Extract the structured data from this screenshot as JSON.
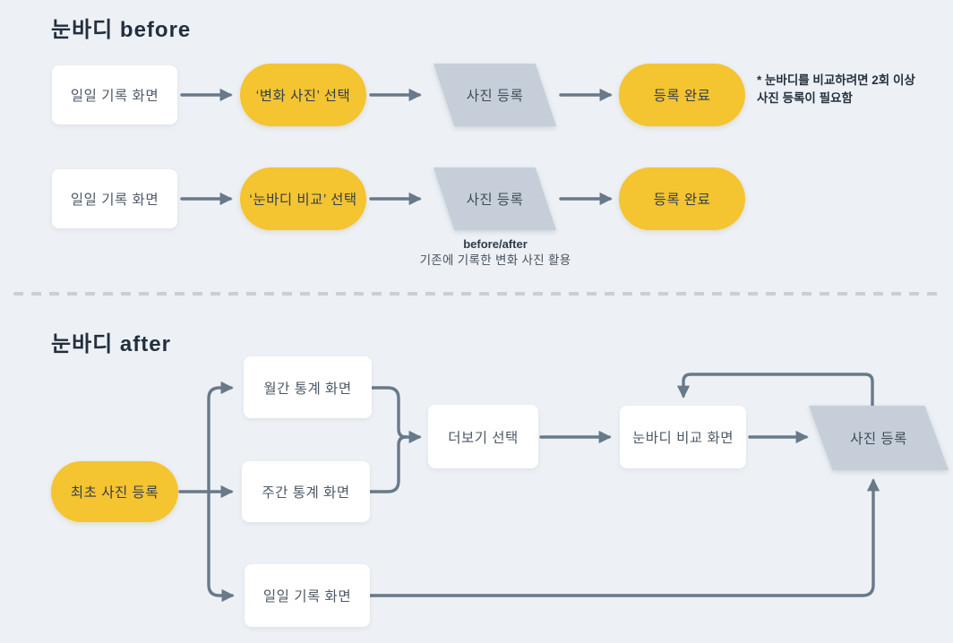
{
  "diagram": {
    "section_before": {
      "title": "눈바디 before",
      "rows": [
        {
          "screen": "일일 기록 화면",
          "action": "‘변화 사진’ 선택",
          "io": "사진 등록",
          "result": "등록 완료"
        },
        {
          "screen": "일일 기록 화면",
          "action": "‘눈바디 비교’ 선택",
          "io": "사진 등록",
          "result": "등록 완료"
        }
      ],
      "note_line1": "* 눈바디를 비교하려면 2회 이상",
      "note_line2": "사진 등록이 필요함",
      "caption_line1": "before/after",
      "caption_line2": "기존에 기록한 변화 사진 활용"
    },
    "section_after": {
      "title": "눈바디 after",
      "start": "최초 사진 등록",
      "monthly": "월간 통계 화면",
      "weekly": "주간 통계 화면",
      "daily": "일일 기록 화면",
      "more": "더보기 선택",
      "compare": "눈바디 비교 화면",
      "register": "사진 등록"
    },
    "colors": {
      "background": "#EDF1F5",
      "accent_yellow": "#F4C431",
      "shape_gray": "#C6CFD9",
      "arrow": "#68798A",
      "title_text": "#232F3E",
      "box_text": "#4C5866"
    }
  }
}
